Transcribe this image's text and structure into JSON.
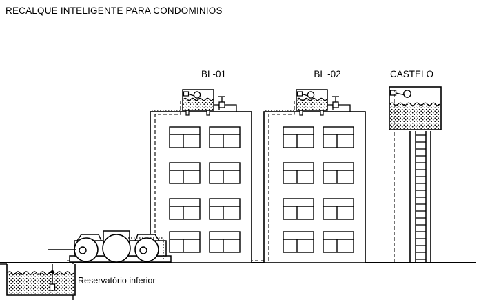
{
  "drawing": {
    "title": "RECALQUE INTELIGENTE PARA CONDOMINIOS",
    "background_color": "#ffffff",
    "line_color": "#000000",
    "water_fill_color": "#000000"
  },
  "labels": {
    "block_1": "BL-01",
    "block_2": "BL -02",
    "water_tower": "CASTELO",
    "lower_reservoir": "Reservatório inferior"
  },
  "buildings": [
    {
      "name": "BL-01",
      "floors": 4,
      "windows_per_floor": 2,
      "has_rooftop_tank": true,
      "has_riser_pipe": true
    },
    {
      "name": "BL -02",
      "floors": 4,
      "windows_per_floor": 2,
      "has_rooftop_tank": true,
      "has_riser_pipe": true
    }
  ],
  "components": {
    "rooftop_tank": "caixa-dagua-superior",
    "float_valve": "boia-de-nivel",
    "shutoff_valve": "registro",
    "pump_set": "conjunto-motobomba",
    "suction_pipe": "tubulacao-de-succao",
    "foot_valve": "valvula-de-pe",
    "underground_main": "tubulacao-de-recalque-enterrada",
    "tower_ladder": "escada-do-castelo",
    "ground_line": "linha-do-terreno"
  },
  "water_tower": {
    "label": "CASTELO",
    "has_float_valve": true,
    "ladder_rungs": 19
  }
}
